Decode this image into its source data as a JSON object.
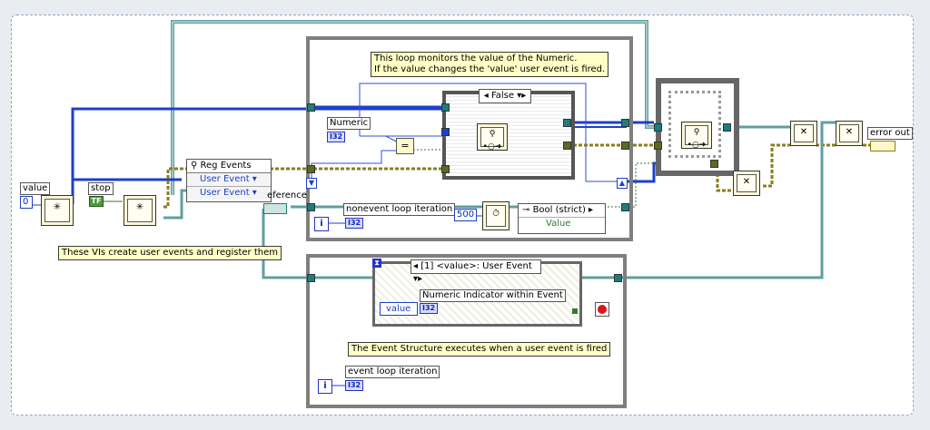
{
  "labels": {
    "value_control": "value",
    "value_digit": "0",
    "stop_control": "stop",
    "stop_glyph": "TF",
    "reg_events": "Reg Events",
    "user_event_1": "User Event",
    "user_event_2": "User Event",
    "reference_label": "eference",
    "numeric_label": "Numeric",
    "i32": "I32",
    "false_case": "False",
    "nonevent_label": "nonevent loop iteration",
    "wait_ms": "500",
    "bool_strict": "Bool (strict)",
    "bool_value": "Value",
    "event_case": "[1] <value>: User Event",
    "numeric_indicator_label": "Numeric Indicator within Event",
    "event_value": "value",
    "event_loop_label": "event loop iteration",
    "error_out": "error out",
    "iter_glyph": "i",
    "equals_glyph": "="
  },
  "comments": {
    "monitor_line1": "This loop monitors the value of the Numeric.",
    "monitor_line2": "If the value changes the 'value'  user event is fired.",
    "create_events": "These VIs create user events and register them",
    "event_structure": "The Event Structure executes when a user event is fired"
  },
  "colors": {
    "struct_border": "#7f7f7f",
    "wire_teal": "#5f9f9f",
    "wire_blue": "#1e3fc9",
    "wire_olive": "#8a7d1e",
    "comment_bg": "#ffffc6",
    "canvas_border": "#8fa6c8"
  }
}
